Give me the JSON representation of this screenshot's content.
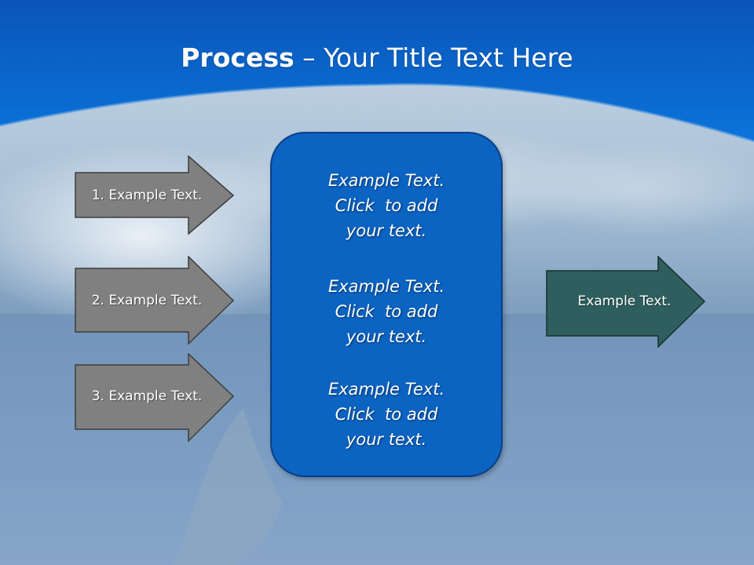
{
  "title": {
    "bold": "Process",
    "rest": " – Your Title Text Here"
  },
  "input_arrows": [
    {
      "label": "1. Example Text."
    },
    {
      "label": "2. Example Text."
    },
    {
      "label": "3. Example Text."
    }
  ],
  "center_box": {
    "blocks": [
      {
        "lines": [
          "Example Text.",
          "Click  to add",
          "your text."
        ]
      },
      {
        "lines": [
          "Example Text.",
          "Click  to add",
          "your text."
        ]
      },
      {
        "lines": [
          "Example Text.",
          "Click  to add",
          "your text."
        ]
      }
    ]
  },
  "output_arrow": {
    "label": "Example Text."
  },
  "colors": {
    "header_blue": "#0a66c8",
    "input_arrow_fill": "#808080",
    "output_arrow_fill": "#2e5f5e",
    "box_fill": "#0b63c2"
  }
}
